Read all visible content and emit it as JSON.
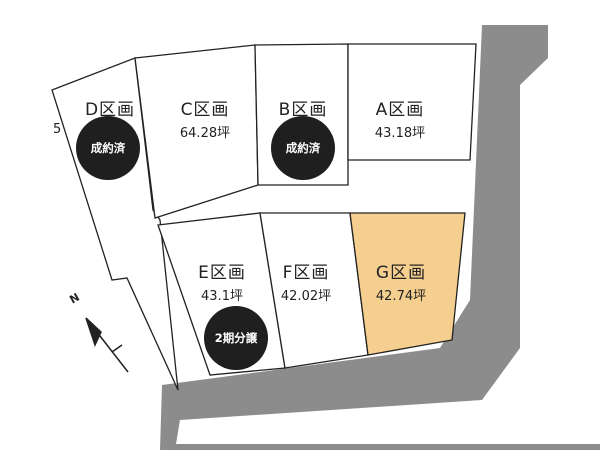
{
  "lots": [
    {
      "id": "A",
      "name": "A区画",
      "area": "43.18坪",
      "status": ""
    },
    {
      "id": "B",
      "name": "B区画",
      "area": "",
      "status": "成約済"
    },
    {
      "id": "C",
      "name": "C区画",
      "area": "64.28坪",
      "status": ""
    },
    {
      "id": "D",
      "name": "D区画",
      "area": "5",
      "status": "成約済"
    },
    {
      "id": "E",
      "name": "E区画",
      "area": "43.1坪",
      "status": "2期分譲"
    },
    {
      "id": "F",
      "name": "F区画",
      "area": "42.02坪",
      "status": ""
    },
    {
      "id": "G",
      "name": "G区画",
      "area": "42.74坪",
      "status": "",
      "highlighted": true
    }
  ],
  "compass": {
    "label": "N"
  },
  "colors": {
    "road": "#8c8c8c",
    "highlight": "#f5cf8f",
    "badge": "#1f1f1f",
    "line": "#222222"
  }
}
